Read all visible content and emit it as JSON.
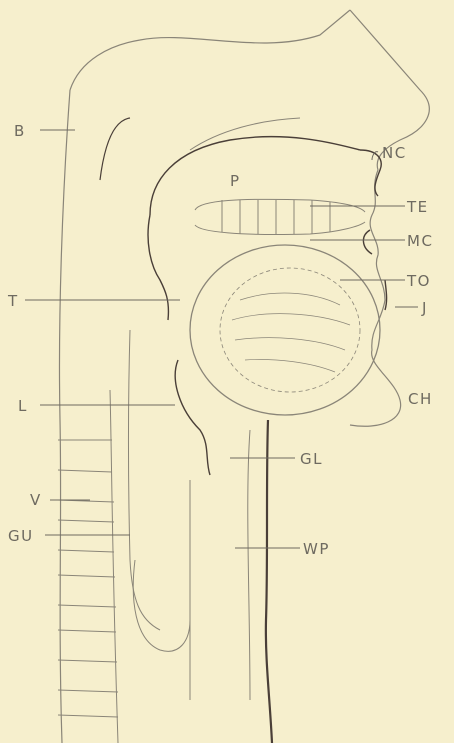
{
  "labels": {
    "B": "B",
    "NC": "NC",
    "P": "P",
    "TE": "TE",
    "MC": "MC",
    "T": "T",
    "TO": "TO",
    "J": "J",
    "L": "L",
    "CH": "CH",
    "GL": "GL",
    "V": "V",
    "GU": "GU",
    "WP": "WP"
  },
  "colors": {
    "paper": "#f6efcd",
    "ink": "#8a8578",
    "dark_line": "#4a3f38"
  }
}
